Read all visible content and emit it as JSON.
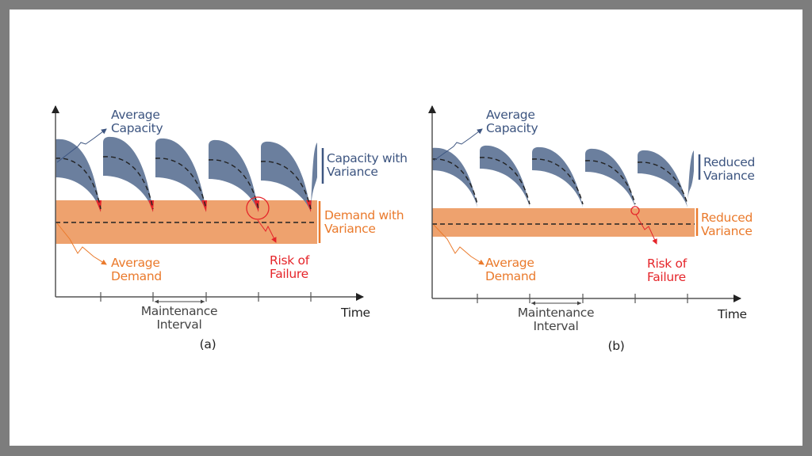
{
  "colors": {
    "capacity": "#6b7f9e",
    "capacity_text": "#3d5580",
    "demand": "#eea26e",
    "demand_text": "#ea7a2c",
    "risk": "#e5252a",
    "axis": "#555555",
    "dashed": "#222222",
    "text_dark": "#333333",
    "frame": "#7d7d7d"
  },
  "panels": [
    {
      "id": "a",
      "caption": "(a)",
      "time_label": "Time",
      "maintenance_label": [
        "Maintenance",
        "Interval"
      ],
      "avg_capacity_label": [
        "Average",
        "Capacity"
      ],
      "avg_demand_label": [
        "Average",
        "Demand"
      ],
      "capacity_variance_label": [
        "Capacity with",
        "Variance"
      ],
      "demand_variance_label": [
        "Demand with",
        "Variance"
      ],
      "risk_label": [
        "Risk of",
        "Failure"
      ],
      "variance": "high"
    },
    {
      "id": "b",
      "caption": "(b)",
      "time_label": "Time",
      "maintenance_label": [
        "Maintenance",
        "Interval"
      ],
      "avg_capacity_label": [
        "Average",
        "Capacity"
      ],
      "avg_demand_label": [
        "Average",
        "Demand"
      ],
      "capacity_variance_label": [
        "Reduced",
        "Variance"
      ],
      "demand_variance_label": [
        "Reduced",
        "Variance"
      ],
      "risk_label": [
        "Risk of",
        "Failure"
      ],
      "variance": "reduced"
    }
  ],
  "chart_data": [
    {
      "type": "area",
      "title": "(a)",
      "xlabel": "Time",
      "ylabel": "",
      "description": "Capacity with variance decays over each maintenance interval and is restored at each maintenance event; demand with variance is a constant band; overlap at the end of each interval is risk of failure",
      "maintenance_events": 5,
      "series": [
        {
          "name": "Average Capacity",
          "pattern": "sawtooth-decay",
          "spread": "wide"
        },
        {
          "name": "Average Demand",
          "pattern": "constant",
          "spread": "wide"
        }
      ],
      "annotations": [
        "Average Capacity",
        "Capacity with Variance",
        "Demand with Variance",
        "Average Demand",
        "Risk of Failure",
        "Maintenance Interval"
      ]
    },
    {
      "type": "area",
      "title": "(b)",
      "xlabel": "Time",
      "ylabel": "",
      "description": "Same as (a) but with reduced variance in both capacity and demand; risk of failure is greatly reduced",
      "maintenance_events": 5,
      "series": [
        {
          "name": "Average Capacity",
          "pattern": "sawtooth-decay",
          "spread": "narrow"
        },
        {
          "name": "Average Demand",
          "pattern": "constant",
          "spread": "narrow"
        }
      ],
      "annotations": [
        "Average Capacity",
        "Reduced Variance",
        "Reduced Variance",
        "Average Demand",
        "Risk of Failure",
        "Maintenance Interval"
      ]
    }
  ]
}
